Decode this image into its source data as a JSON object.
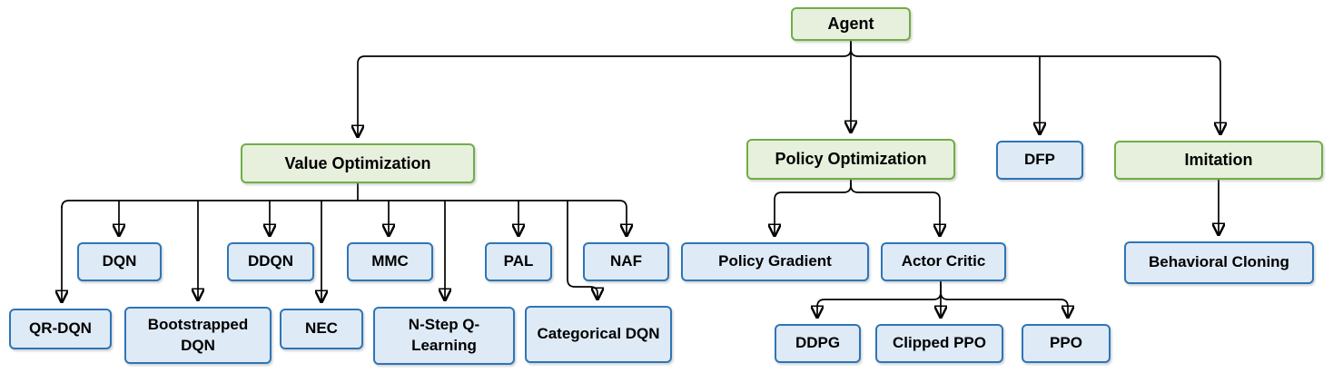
{
  "diagram_type": "flowchart-tree",
  "colors": {
    "green_border": "#70AD47",
    "green_fill": "#E6F0DC",
    "blue_border": "#2E75B6",
    "blue_fill": "#DEEAF6",
    "line": "#000000"
  },
  "nodes": {
    "agent": {
      "label": "Agent",
      "type": "green"
    },
    "value_optimization": {
      "label": "Value Optimization",
      "type": "green"
    },
    "policy_optimization": {
      "label": "Policy Optimization",
      "type": "green"
    },
    "dfp": {
      "label": "DFP",
      "type": "blue"
    },
    "imitation": {
      "label": "Imitation",
      "type": "green"
    },
    "dqn": {
      "label": "DQN",
      "type": "blue"
    },
    "ddqn": {
      "label": "DDQN",
      "type": "blue"
    },
    "mmc": {
      "label": "MMC",
      "type": "blue"
    },
    "pal": {
      "label": "PAL",
      "type": "blue"
    },
    "naf": {
      "label": "NAF",
      "type": "blue"
    },
    "qr_dqn": {
      "label": "QR-DQN",
      "type": "blue"
    },
    "bootstrapped_dqn": {
      "label": "Bootstrapped DQN",
      "type": "blue"
    },
    "nec": {
      "label": "NEC",
      "type": "blue"
    },
    "n_step_q_learning": {
      "label": "N-Step Q-Learning",
      "type": "blue"
    },
    "categorical_dqn": {
      "label": "Categorical DQN",
      "type": "blue"
    },
    "policy_gradient": {
      "label": "Policy Gradient",
      "type": "blue"
    },
    "actor_critic": {
      "label": "Actor Critic",
      "type": "blue"
    },
    "ddpg": {
      "label": "DDPG",
      "type": "blue"
    },
    "clipped_ppo": {
      "label": "Clipped PPO",
      "type": "blue"
    },
    "ppo": {
      "label": "PPO",
      "type": "blue"
    },
    "behavioral_cloning": {
      "label": "Behavioral Cloning",
      "type": "blue"
    }
  },
  "edges": [
    [
      "agent",
      "value_optimization"
    ],
    [
      "agent",
      "policy_optimization"
    ],
    [
      "agent",
      "dfp"
    ],
    [
      "agent",
      "imitation"
    ],
    [
      "value_optimization",
      "qr_dqn"
    ],
    [
      "value_optimization",
      "dqn"
    ],
    [
      "value_optimization",
      "bootstrapped_dqn"
    ],
    [
      "value_optimization",
      "ddqn"
    ],
    [
      "value_optimization",
      "nec"
    ],
    [
      "value_optimization",
      "mmc"
    ],
    [
      "value_optimization",
      "n_step_q_learning"
    ],
    [
      "value_optimization",
      "pal"
    ],
    [
      "value_optimization",
      "categorical_dqn"
    ],
    [
      "value_optimization",
      "naf"
    ],
    [
      "policy_optimization",
      "policy_gradient"
    ],
    [
      "policy_optimization",
      "actor_critic"
    ],
    [
      "actor_critic",
      "ddpg"
    ],
    [
      "actor_critic",
      "clipped_ppo"
    ],
    [
      "actor_critic",
      "ppo"
    ],
    [
      "imitation",
      "behavioral_cloning"
    ]
  ]
}
